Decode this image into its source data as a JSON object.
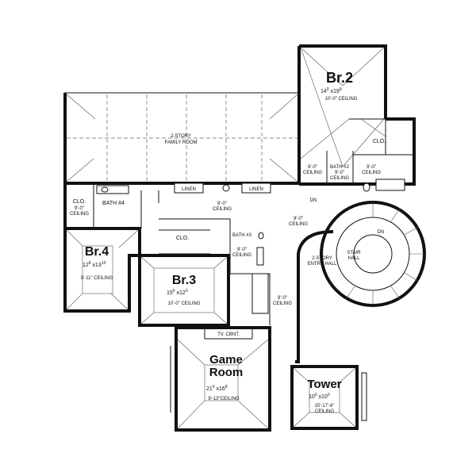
{
  "rooms": {
    "br2": {
      "name": "Br.2",
      "dims_html": [
        "14",
        "0",
        "x19",
        "8"
      ],
      "ceiling": "10'-0\" CEILING"
    },
    "family": {
      "line1": "2-STORY",
      "line2": "FAMILY ROOM"
    },
    "clo_br2": {
      "name": "CLO."
    },
    "bath2": {
      "name": "BATH #2",
      "ceiling1": "9'-0\"",
      "ceiling2": "CEILING"
    },
    "ceiling_left_br2": {
      "c1": "9'-0\"",
      "c2": "CEILING"
    },
    "ceiling_right_br2": {
      "c1": "9'-0\"",
      "c2": "CEILING"
    },
    "dn1": {
      "label": "DN"
    },
    "clo_br4": {
      "name": "CLO.",
      "c1": "9'-0\"",
      "c2": "CEILING"
    },
    "bath4": {
      "name": "BATH #4"
    },
    "linen1": {
      "name": "LINEN"
    },
    "linen2": {
      "name": "LINEN"
    },
    "hall_ceiling": {
      "c1": "9'-0\"",
      "c2": "CEILING"
    },
    "center_ceiling": {
      "c1": "9'-0\"",
      "c2": "CEILING"
    },
    "br4": {
      "name": "Br.4",
      "dims": "12 8 x13 10",
      "d1": "12",
      "s1": "8",
      "d2": "x13",
      "s2": "10",
      "ceiling": "9'-11\" CEILING"
    },
    "clo_br3": {
      "name": "CLO."
    },
    "bath3": {
      "name": "BATH #3",
      "c1": "9'-0\"",
      "c2": "CEILING"
    },
    "br3": {
      "name": "Br.3",
      "d1": "15",
      "s1": "6",
      "d2": "x12",
      "s2": "0",
      "ceiling": "10'-0\" CEILING"
    },
    "stair": {
      "l1": "STAIR",
      "l2": "HALL",
      "dn": "DN"
    },
    "entry": {
      "l1": "2-STORY",
      "l2": "ENTRY HALL"
    },
    "right_ceiling": {
      "c1": "9'-0\"",
      "c2": "CEILING"
    },
    "tv": {
      "name": "TV. CBNT."
    },
    "game": {
      "l1": "Game",
      "l2": "Room",
      "d1": "21",
      "s1": "0",
      "d2": "x16",
      "s2": "8",
      "ceiling": "9'-13\"CEILING"
    },
    "tower": {
      "name": "Tower",
      "d1": "10",
      "s1": "0",
      "d2": "x10",
      "s2": "0",
      "ceiling1": "15'-17'-6\"",
      "ceiling2": "CEILING"
    }
  }
}
